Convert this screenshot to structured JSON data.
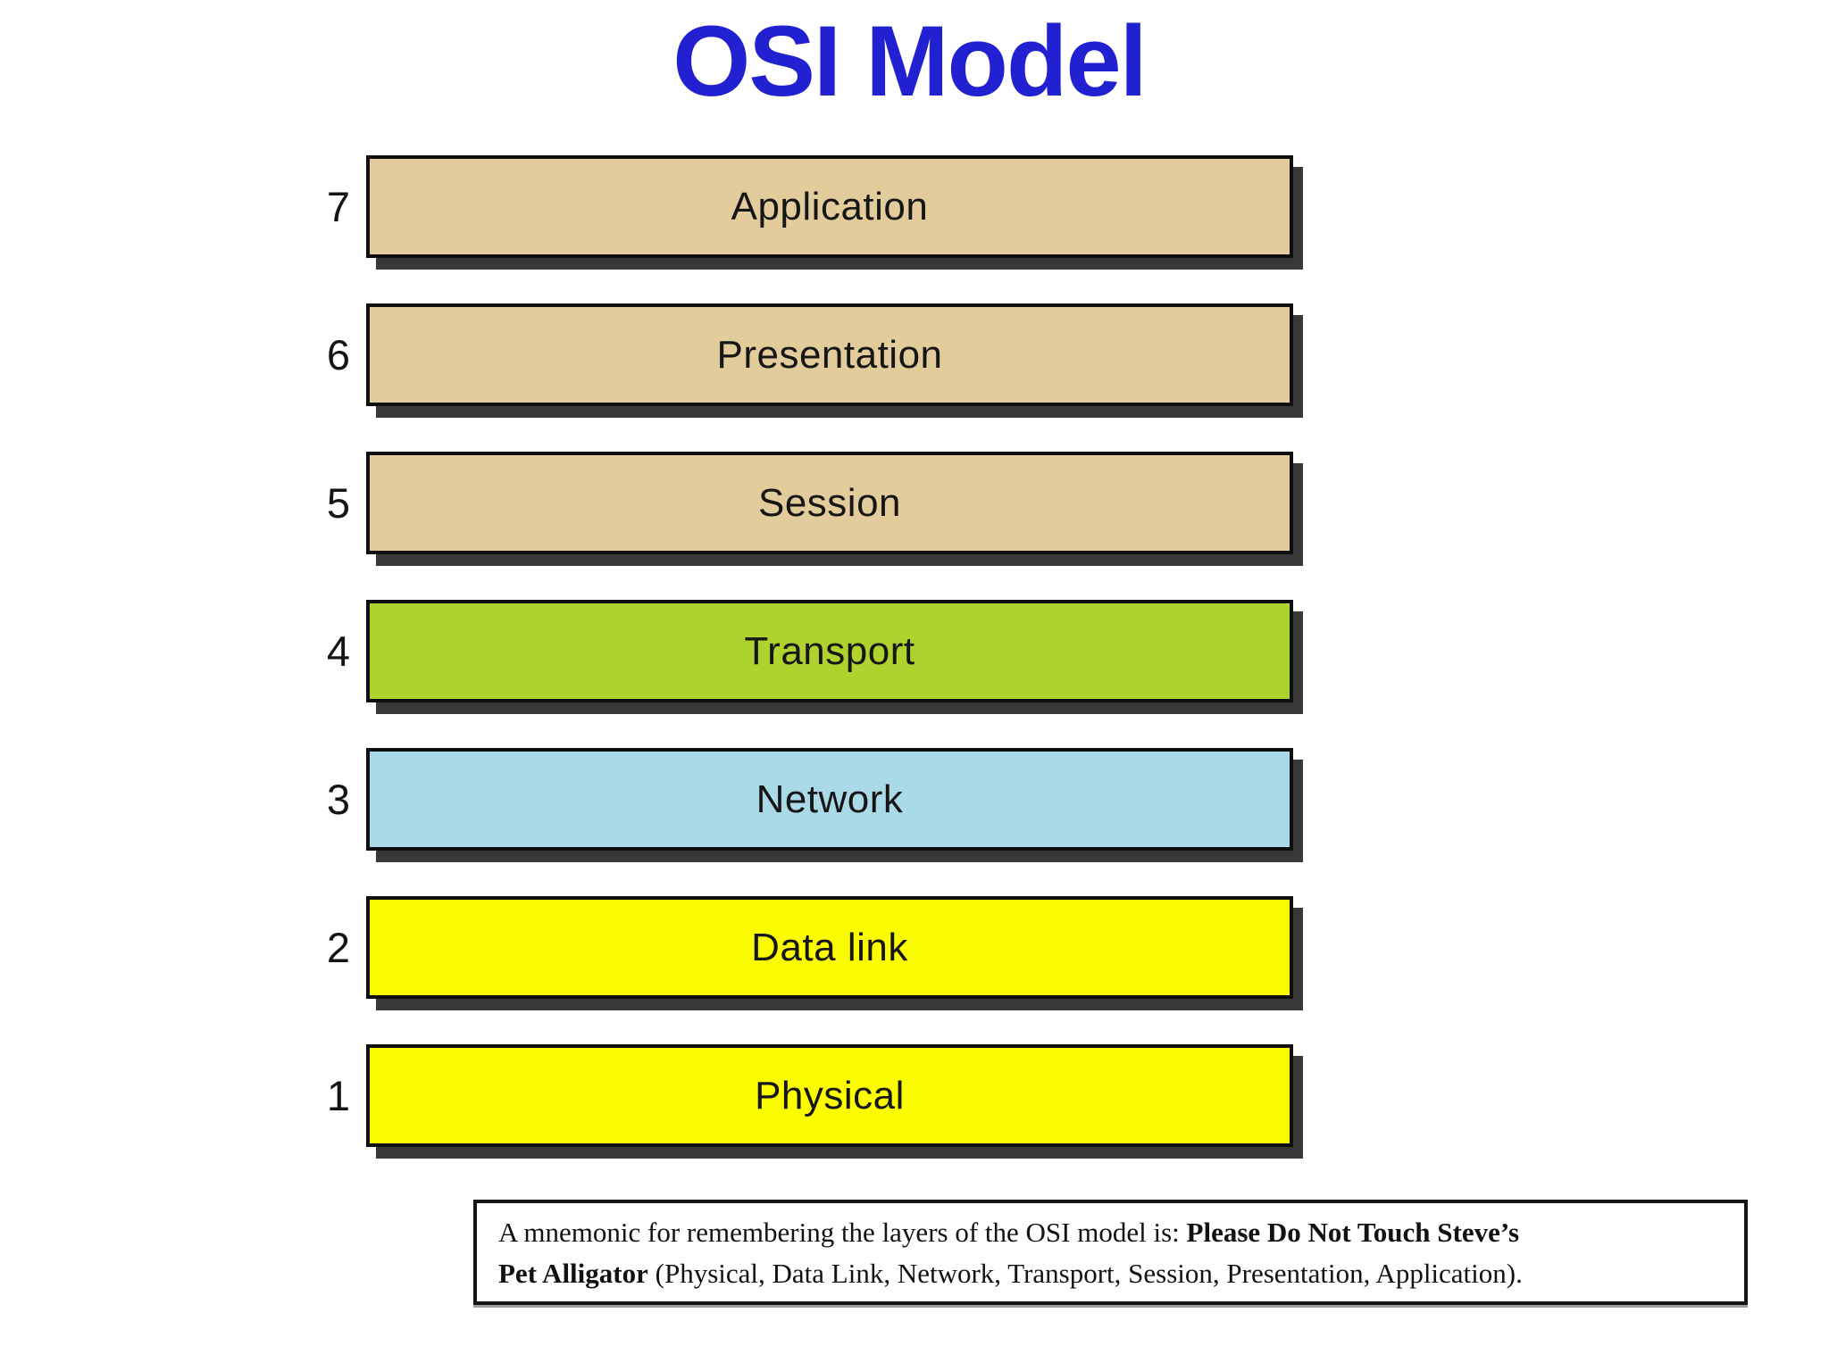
{
  "title": {
    "text": "OSI Model",
    "color": "#2121d1"
  },
  "layers": [
    {
      "number": "7",
      "label": "Application",
      "color": "#e3cc9b"
    },
    {
      "number": "6",
      "label": "Presentation",
      "color": "#e3cc9b"
    },
    {
      "number": "5",
      "label": "Session",
      "color": "#e3cc9b"
    },
    {
      "number": "4",
      "label": "Transport",
      "color": "#afd32e"
    },
    {
      "number": "3",
      "label": "Network",
      "color": "#aad9e8"
    },
    {
      "number": "2",
      "label": "Data link",
      "color": "#fcfc00"
    },
    {
      "number": "1",
      "label": "Physical",
      "color": "#fcfc00"
    }
  ],
  "mnemonic": {
    "line1_normal": "A mnemonic for remembering the layers of the OSI model is: ",
    "line1_bold": "Please Do Not Touch Steve’s",
    "line2_bold": "Pet Alligator",
    "line2_normal": " (Physical, Data Link, Network, Transport, Session, Presentation, Application)."
  }
}
